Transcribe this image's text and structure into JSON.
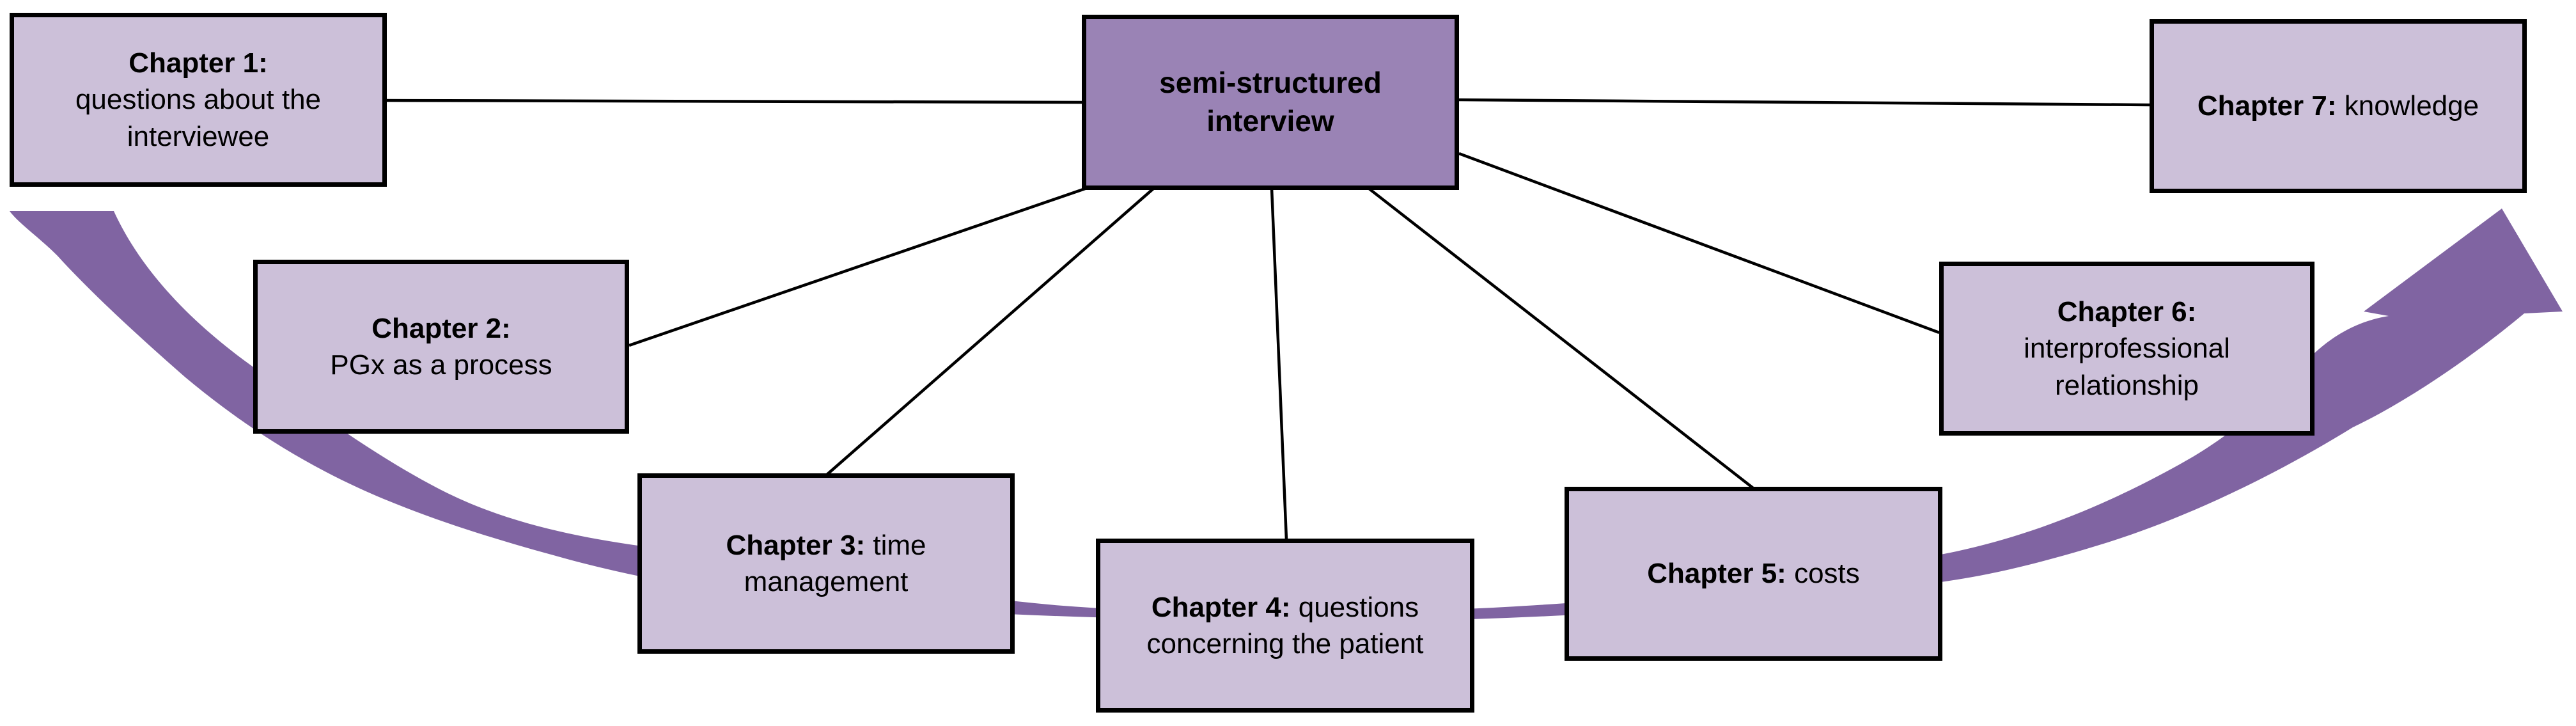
{
  "center": {
    "label": "semi-structured interview"
  },
  "chapters": [
    {
      "title": "Chapter 1:",
      "rest": "questions about the interviewee"
    },
    {
      "title": "Chapter 2:",
      "rest": "PGx as a process"
    },
    {
      "title": "Chapter 3:",
      "rest": "time management"
    },
    {
      "title": "Chapter 4:",
      "rest": "questions concerning the patient"
    },
    {
      "title": "Chapter 5:",
      "rest": "costs"
    },
    {
      "title": "Chapter 6:",
      "rest": "interprofessional relationship"
    },
    {
      "title": "Chapter 7:",
      "rest": "knowledge"
    }
  ],
  "colors": {
    "bg": "#ffffff",
    "text": "#000000",
    "border": "#000000",
    "boxFill": "#ccc0d9",
    "centerFill": "#9a83b5",
    "arrow": "#8064a2",
    "connector": "#000000"
  }
}
